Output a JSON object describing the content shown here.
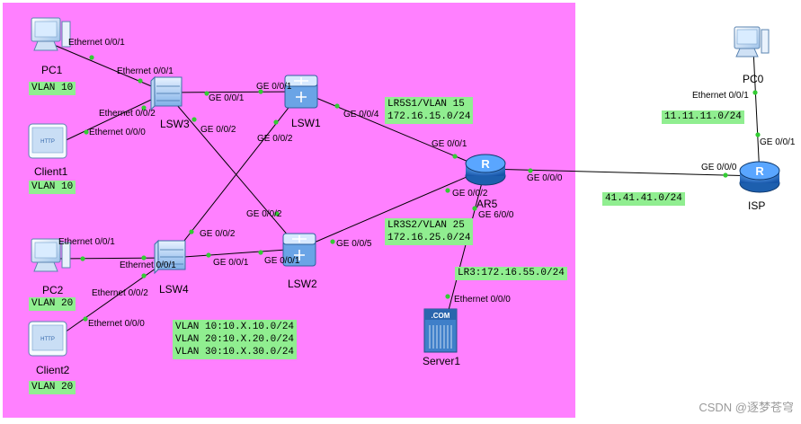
{
  "devices": {
    "pc1": "PC1",
    "pc2": "PC2",
    "pc0": "PC0",
    "client1": "Client1",
    "client2": "Client2",
    "lsw1": "LSW1",
    "lsw2": "LSW2",
    "lsw3": "LSW3",
    "lsw4": "LSW4",
    "ar5": "AR5",
    "isp": "ISP",
    "server1": "Server1"
  },
  "ports": {
    "pc1_e001": "Ethernet 0/0/1",
    "lsw3_e001": "Ethernet 0/0/1",
    "lsw3_e002": "Ethernet 0/0/2",
    "client1_e000": "Ethernet 0/0/0",
    "lsw3_ge001": "GE 0/0/1",
    "lsw3_ge002": "GE 0/0/2",
    "lsw1_ge001": "GE 0/0/1",
    "lsw1_ge002": "GE 0/0/2",
    "lsw1_ge004": "GE 0/0/4",
    "ar5_ge001": "GE 0/0/1",
    "ar5_ge002": "GE 0/0/2",
    "ar5_ge000": "GE 0/0/0",
    "ar5_ge600": "GE 6/0/0",
    "isp_ge000": "GE 0/0/0",
    "isp_ge001": "GE 0/0/1",
    "pc0_e001": "Ethernet 0/0/1",
    "lsw4_ge002": "GE 0/0/2",
    "lsw4_ge001": "GE 0/0/1",
    "lsw4_e001": "Ethernet 0/0/1",
    "lsw4_e002": "Ethernet 0/0/2",
    "pc2_e001": "Ethernet 0/0/1",
    "client2_e000": "Ethernet 0/0/0",
    "lsw2_ge002": "GE 0/0/2",
    "lsw2_ge001": "GE 0/0/1",
    "lsw2_ge005": "GE 0/0/5",
    "server1_e000": "Ethernet 0/0/0"
  },
  "tags": {
    "pc1_vlan": "VLAN 10",
    "client1_vlan": "VLAN 10",
    "pc2_vlan": "VLAN 20",
    "client2_vlan": "VLAN 20",
    "lr5s1": "LR5S1/VLAN 15\n172.16.15.0/24",
    "lr3s2": "LR3S2/VLAN 25\n172.16.25.0/24",
    "lr3": "LR3:172.16.55.0/24",
    "isp_lan": "11.11.11.0/24",
    "wan": "41.41.41.0/24",
    "vlan_plan": "VLAN 10:10.X.10.0/24\nVLAN 20:10.X.20.0/24\nVLAN 30:10.X.30.0/24"
  },
  "watermark": "CSDN @逐梦苍穹",
  "colors": {
    "zone": "#ff80ff",
    "tag": "#90ee90",
    "port_dot": "#33cc33",
    "router": "#2a7bd3",
    "switch": "#4a8fd8"
  },
  "icons": {
    "pc": "pc-icon",
    "client": "http-client-icon",
    "switch": "switch-icon",
    "l3switch": "l3-switch-icon",
    "router": "router-icon",
    "server": "server-icon"
  }
}
